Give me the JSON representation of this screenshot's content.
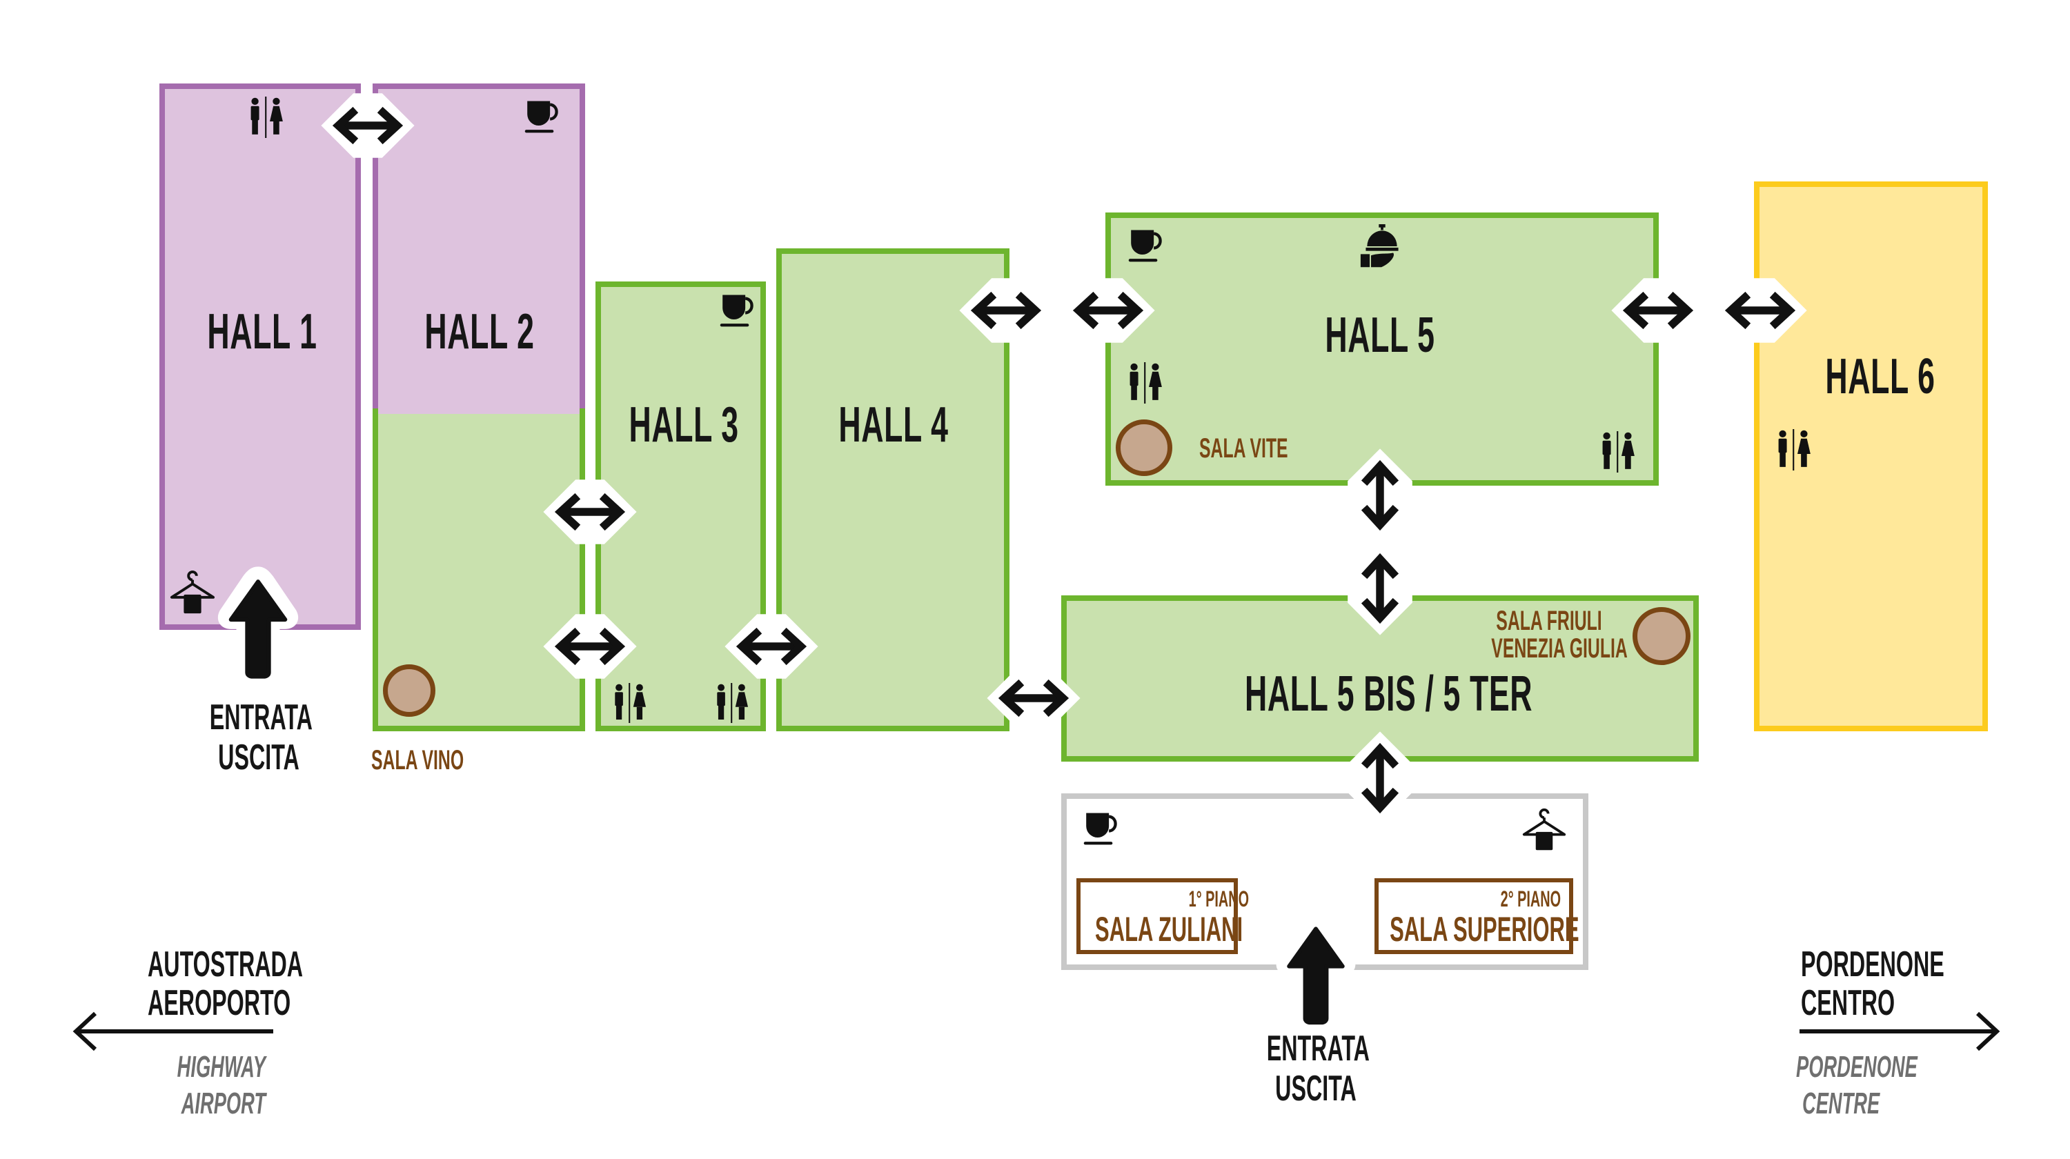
{
  "map": {
    "colors": {
      "purple_fill": "#dec3de",
      "purple_border": "#a56cae",
      "green_fill": "#c9e1ae",
      "green_border": "#6db52e",
      "yellow_fill": "#ffe89a",
      "yellow_border": "#fccb1d",
      "annex_border": "#c8c8c8",
      "sala_brown": "#7a4614",
      "sala_fill": "#c6a78e"
    },
    "halls": [
      {
        "id": "hall-1",
        "label": "HALL 1"
      },
      {
        "id": "hall-2",
        "label": "HALL 2"
      },
      {
        "id": "hall-3",
        "label": "HALL 3"
      },
      {
        "id": "hall-4",
        "label": "HALL 4"
      },
      {
        "id": "hall-5",
        "label": "HALL 5"
      },
      {
        "id": "hall-6",
        "label": "HALL 6"
      },
      {
        "id": "hall-5-bis",
        "label": "HALL 5 BIS / 5 TER"
      }
    ],
    "salas": {
      "vino": "SALA VINO",
      "vite": "SALA VITE",
      "friuli_line1": "SALA FRIULI",
      "friuli_line2": "VENEZIA GIULIA",
      "zuliani_floor": "1° PIANO",
      "zuliani": "SALA ZULIANI",
      "superiore_floor": "2° PIANO",
      "superiore": "SALA SUPERIORE"
    },
    "entrances": {
      "west_line1": "ENTRATA",
      "west_line2": "USCITA",
      "south_line1": "ENTRATA",
      "south_line2": "USCITA"
    },
    "directions": {
      "left_line1": "AUTOSTRADA",
      "left_line2": "AEROPORTO",
      "left_en_line1": "HIGHWAY",
      "left_en_line2": "AIRPORT",
      "right_line1": "PORDENONE",
      "right_line2": "CENTRO",
      "right_en_line1": "PORDENONE",
      "right_en_line2": "CENTRE"
    },
    "icons": {
      "restroom": "restroom-icon",
      "coffee": "coffee-icon",
      "cloakroom": "cloakroom-icon",
      "restaurant": "restaurant-icon",
      "passage": "two-way-arrow-icon",
      "entrance": "entrance-arrow-icon"
    }
  }
}
